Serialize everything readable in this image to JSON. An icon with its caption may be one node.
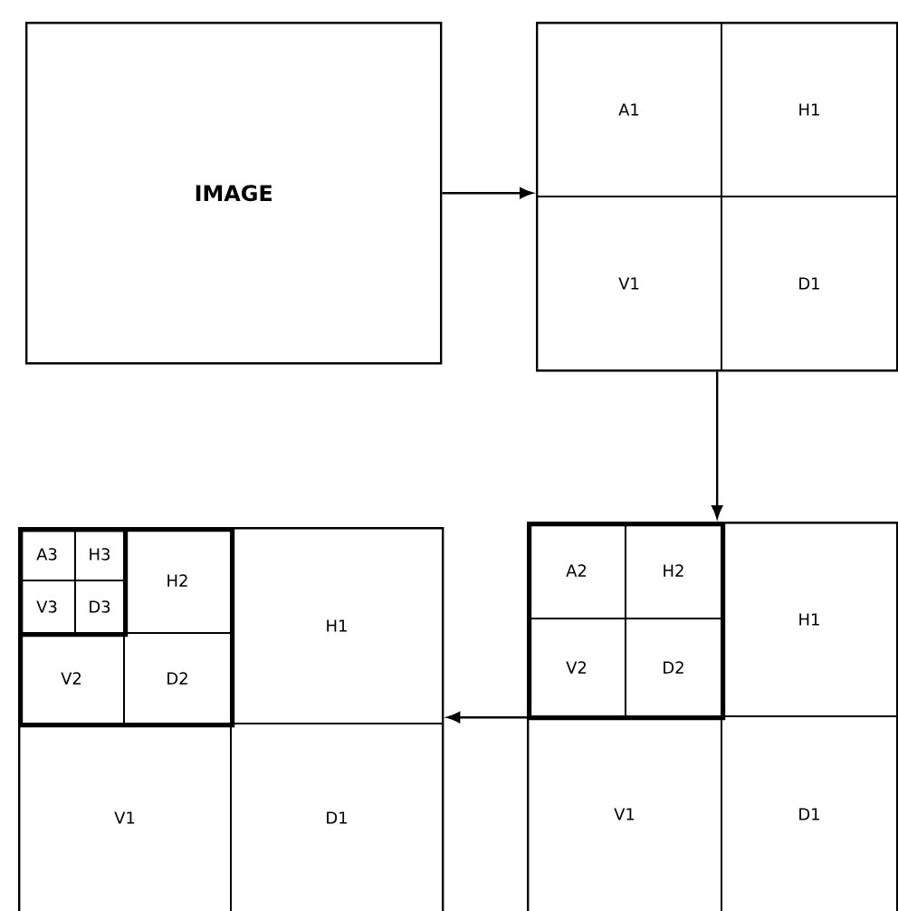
{
  "diagram": {
    "nodes": [
      {
        "text": [
          "IMAGE"
        ]
      },
      {
        "text": [],
        "shape": "box"
      },
      {
        "text": [
          "A1"
        ],
        "in": 1
      },
      {
        "text": [
          "H1"
        ],
        "in": 1
      },
      {
        "text": [
          "V1"
        ],
        "in": 1
      },
      {
        "text": [
          "D1"
        ],
        "in": 1
      },
      {
        "text": [],
        "shape": "box"
      },
      {
        "text": [],
        "shape": "box",
        "in": 6
      },
      {
        "text": [
          "A2"
        ],
        "in": 7
      },
      {
        "text": [
          "H2"
        ],
        "in": 7
      },
      {
        "text": [
          "V2"
        ],
        "in": 7
      },
      {
        "text": [
          "D2"
        ],
        "in": 7
      },
      {
        "text": [
          "H1"
        ],
        "in": 6
      },
      {
        "text": [
          "V1"
        ],
        "in": 6
      },
      {
        "text": [
          "D1"
        ],
        "in": 6
      },
      {
        "text": [],
        "shape": "box"
      },
      {
        "text": [],
        "shape": "box",
        "in": 15
      },
      {
        "text": [],
        "shape": "box",
        "in": 16
      },
      {
        "text": [
          "A3"
        ],
        "in": 17
      },
      {
        "text": [
          "H3"
        ],
        "in": 17
      },
      {
        "text": [
          "V3"
        ],
        "in": 17
      },
      {
        "text": [
          "D3"
        ],
        "in": 17
      },
      {
        "text": [
          "H2"
        ],
        "in": 16
      },
      {
        "text": [
          "V2"
        ],
        "in": 16
      },
      {
        "text": [
          "D2"
        ],
        "in": 16
      },
      {
        "text": [
          "H1"
        ],
        "in": 15
      },
      {
        "text": [
          "V1"
        ],
        "in": 15
      },
      {
        "text": [
          "D1"
        ],
        "in": 15
      }
    ],
    "edges": [
      {
        "from": 0,
        "to": 1,
        "arrow": "to"
      },
      {
        "from": 1,
        "to": 6,
        "arrow": "to"
      },
      {
        "from": 6,
        "to": 15,
        "arrow": "to"
      }
    ]
  }
}
